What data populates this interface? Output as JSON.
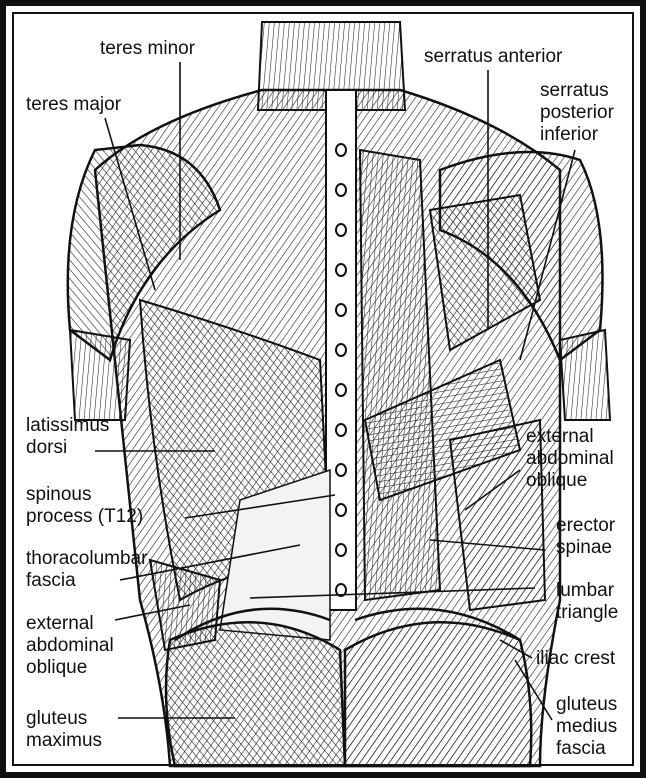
{
  "labels": {
    "teres_minor": "teres minor",
    "teres_major": "teres major",
    "serratus_anterior": "serratus anterior",
    "serratus_posterior_inferior": "serratus\nposterior\ninferior",
    "latissimus_dorsi": "latissimus\ndorsi",
    "spinous_process": "spinous\nprocess (T12)",
    "thoracolumbar_fascia": "thoracolumbar\nfascia",
    "external_abdominal_oblique_left": "external\nabdominal\noblique",
    "gluteus_maximus": "gluteus\nmaximus",
    "external_abdominal_oblique_right": "external\nabdominal\noblique",
    "erector_spinae": "erector\nspinae",
    "lumbar_triangle": "lumbar\ntriangle",
    "iliac_crest": "iliac crest",
    "gluteus_medius_fascia": "gluteus\nmedius\nfascia"
  },
  "colors": {
    "ink": "#111111",
    "shade": "#cfcfcf",
    "paper": "#ffffff"
  }
}
